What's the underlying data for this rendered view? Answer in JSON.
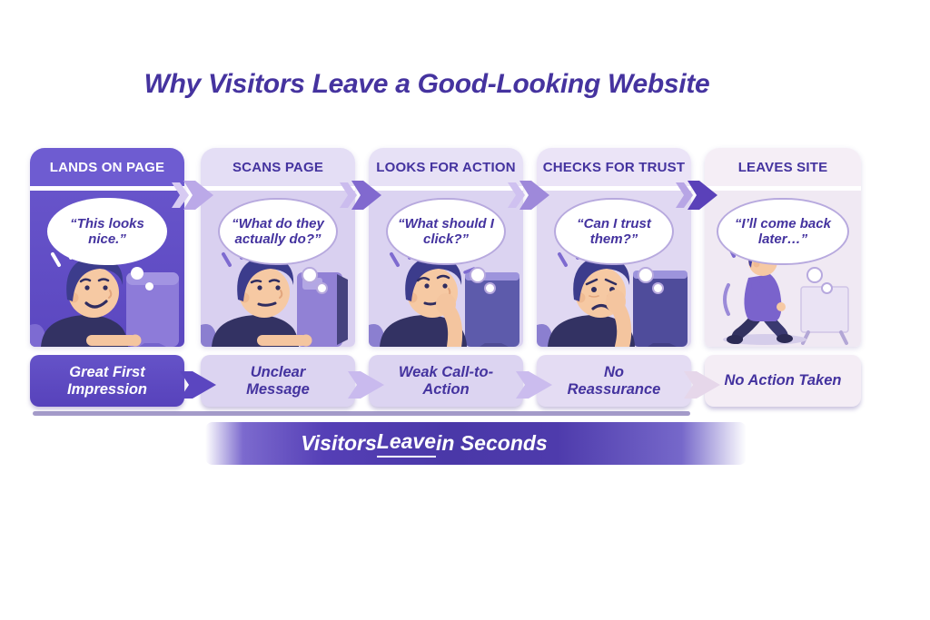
{
  "title": "Why Visitors Leave a Good-Looking Website",
  "stages": [
    {
      "header": "LANDS ON PAGE",
      "thought": "“This looks nice.”",
      "label": "Great First Impression"
    },
    {
      "header": "SCANS PAGE",
      "thought": "“What do they actually do?”",
      "label": "Unclear Message"
    },
    {
      "header": "LOOKS FOR ACTION",
      "thought": "“What should I click?”",
      "label": "Weak Call-to-Action"
    },
    {
      "header": "CHECKS FOR TRUST",
      "thought": "“Can I trust them?”",
      "label": "No Reassurance"
    },
    {
      "header": "LEAVES SITE",
      "thought": "“I’ll come back later…”",
      "label": "No Action Taken"
    }
  ],
  "banner": {
    "prefix": "Visitors ",
    "underlined": "Leave",
    "suffix": " in Seconds"
  },
  "colors": {
    "primary_purple": "#6654ca",
    "deep_indigo_text": "#45339f",
    "banner_purple": "#4e3bab",
    "light_lavender": "#dcd4f1",
    "pale_pink_lavender": "#f3ecf5"
  }
}
